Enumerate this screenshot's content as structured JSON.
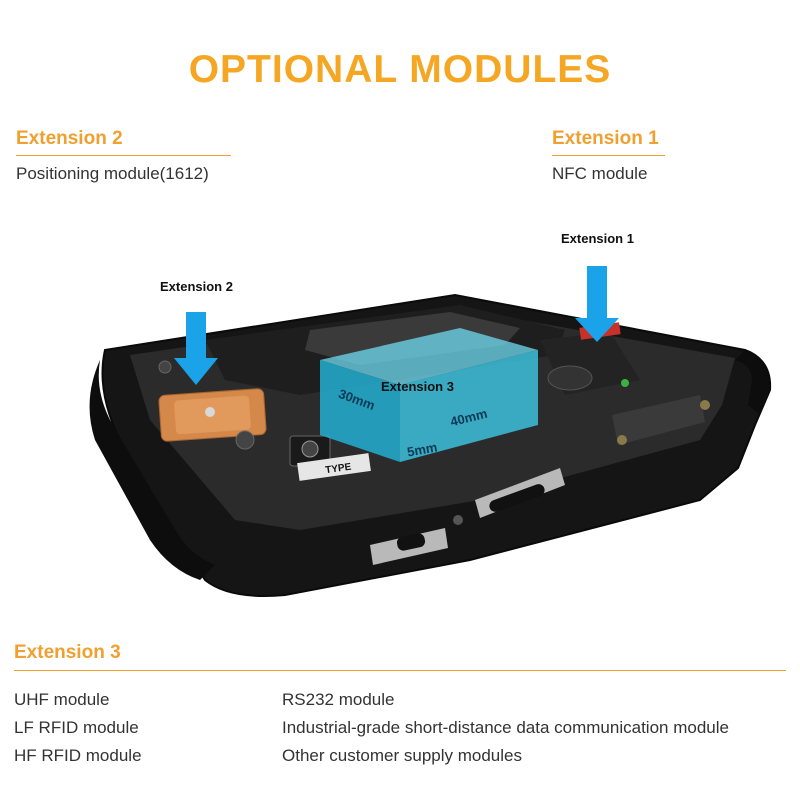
{
  "title": "OPTIONAL MODULES",
  "extension2": {
    "heading": "Extension 2",
    "description": "Positioning module(1612)"
  },
  "extension1": {
    "heading": "Extension 1",
    "description": "NFC module"
  },
  "callouts": {
    "ext1": "Extension 1",
    "ext2": "Extension 2",
    "ext3": "Extension 3"
  },
  "dimensions": {
    "length": "30mm",
    "width": "40mm",
    "height": "5mm"
  },
  "device_marks": {
    "label": "TYPE"
  },
  "extension3": {
    "heading": "Extension 3",
    "left_items": [
      "UHF module",
      "LF RFID module",
      "HF RFID module"
    ],
    "right_items": [
      "RS232 module",
      "Industrial-grade short-distance data communication module",
      "Other customer supply modules"
    ]
  },
  "colors": {
    "accent": "#f5a623",
    "arrow": "#1aa3e8",
    "module_box": "#2ec4e8",
    "device": "#1c1c1c"
  }
}
